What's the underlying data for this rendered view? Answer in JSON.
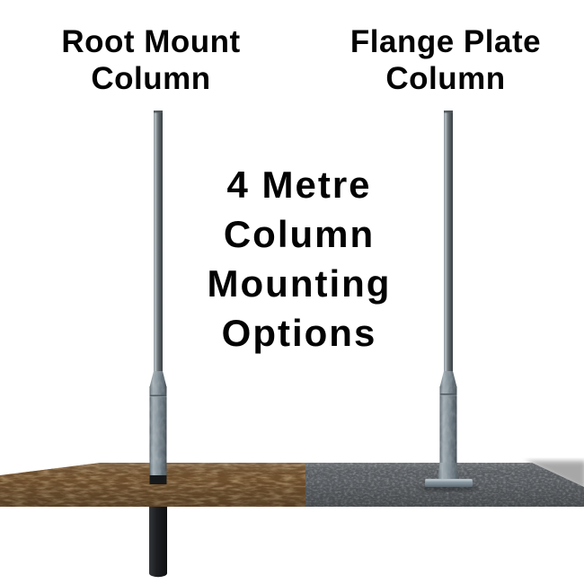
{
  "page": {
    "background": "#ffffff"
  },
  "labels": {
    "left": {
      "line1": "Root Mount",
      "line2": "Column"
    },
    "right": {
      "line1": "Flange Plate",
      "line2": "Column"
    }
  },
  "center_text": {
    "full": "4 Metre Column Mounting Options",
    "lines": [
      "4 Metre",
      "Column",
      "Mounting",
      "Options"
    ]
  },
  "colors": {
    "text_black": "#030303",
    "pole_highlight": "#b4bcc0",
    "pole_mid_gray": "#7c848a",
    "pole_shadow": "#394045",
    "galvanized_base": "#8b979e",
    "soil_brown": "#6d4c2c",
    "soil_dark": "#241505",
    "soil_light": "#b88c54",
    "concrete_gray": "#55595d",
    "root_black": "#17181a",
    "flange_gray": "#93a1a9"
  }
}
